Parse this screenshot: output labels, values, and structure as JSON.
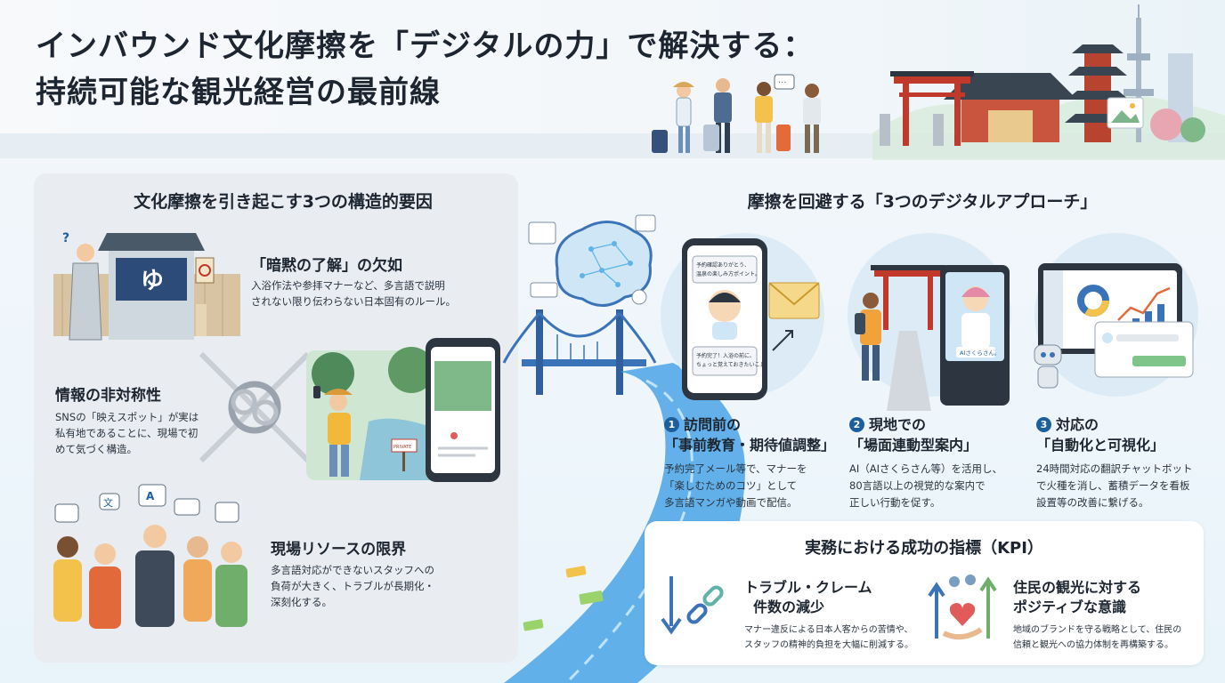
{
  "header": {
    "title_line1": "インバウンド文化摩擦を「デジタルの力」で解決する：",
    "title_line2": "持続可能な観光経営の最前線"
  },
  "left_panel": {
    "heading": "文化摩擦を引き起こす3つの構造的要因",
    "factors": [
      {
        "title": "「暗黙の了解」の欠如",
        "desc_line1": "入浴作法や参拝マナーなど、多言語で説明",
        "desc_line2": "されない限り伝わらない日本固有のルール。"
      },
      {
        "title": "情報の非対称性",
        "desc_line1": "SNSの「映えスポット」が実は",
        "desc_line2": "私有地であることに、現場で初",
        "desc_line3": "めて気づく構造。"
      },
      {
        "title": "現場リソースの限界",
        "desc_line1": "多言語対応ができないスタッフへの",
        "desc_line2": "負荷が大きく、トラブルが長期化・",
        "desc_line3": "深刻化する。"
      }
    ],
    "sign_text": "PRIVATE"
  },
  "right_panel": {
    "heading": "摩擦を回避する「3つのデジタルアプローチ」",
    "approaches": [
      {
        "num": "1",
        "title_line1": "訪問前の",
        "title_line2": "「事前教育・期待値調整」",
        "desc_line1": "予約完了メール等で、マナーを",
        "desc_line2": "「楽しむためのコツ」として",
        "desc_line3": "多言語マンガや動画で配信。"
      },
      {
        "num": "2",
        "title_line1": "現地での",
        "title_line2": "「場面連動型案内」",
        "desc_line1": "AI（AIさくらさん等）を活用し、",
        "desc_line2": "80言語以上の視覚的な案内で",
        "desc_line3": "正しい行動を促す。"
      },
      {
        "num": "3",
        "title_line1": "対応の",
        "title_line2": "「自動化と可視化」",
        "desc_line1": "24時間対応の翻訳チャットボット",
        "desc_line2": "で火種を消し、蓄積データを看板",
        "desc_line3": "設置等の改善に繋げる。"
      }
    ],
    "phone1_bubble1_line1": "予約確認ありがとう、",
    "phone1_bubble1_line2": "温泉の楽しみ方ポイント。",
    "phone1_bubble2_line1": "予約完了！入浴の前に、",
    "phone1_bubble2_line2": "ちょっと覚えておきたいこと",
    "kiosk_label": "AIさくらさん。"
  },
  "kpi": {
    "heading": "実務における成功の指標（KPI）",
    "items": [
      {
        "title_line1": "トラブル・クレーム",
        "title_line2": "件数の減少",
        "desc_line1": "マナー違反による日本人客からの苦情や、",
        "desc_line2": "スタッフの精神的負担を大幅に削減する。"
      },
      {
        "title_line1": "住民の観光に対する",
        "title_line2": "ポジティブな意識",
        "desc_line1": "地域のブランドを守る戦略として、住民の",
        "desc_line2": "信頼と観光への協力体制を再構築する。"
      }
    ]
  },
  "colors": {
    "accent_blue": "#1d5f9e",
    "road_blue": "#3b8fd6",
    "panel_gray": "#e9ecf1",
    "torii_red": "#c0392b"
  },
  "icons": {
    "brain": "brain-icon",
    "envelope": "envelope-icon",
    "bridge": "bridge-icon",
    "chain": "broken-chain-icon",
    "heart": "heart-hand-icon",
    "robot": "robot-icon"
  }
}
